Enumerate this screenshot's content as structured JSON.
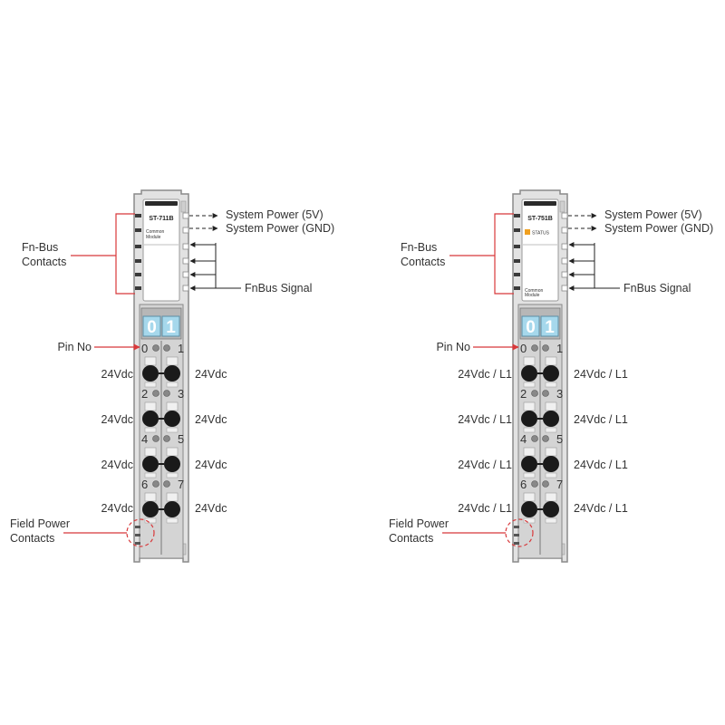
{
  "colors": {
    "accent_red": "#d8383a",
    "module_body": "#e2e2e2",
    "module_outline": "#8a8a8a",
    "terminal_blue": "#a6d8ec",
    "status_orange": "#f0a020",
    "contact_dark": "#1a1a1a"
  },
  "modules": [
    {
      "id": "left",
      "model": "ST-711B",
      "line1": "Common",
      "line2": "Module",
      "status_text": "",
      "system_power_5v": "System Power (5V)",
      "system_power_gnd": "System Power (GND)",
      "fnbus_contacts_line1": "Fn-Bus",
      "fnbus_contacts_line2": "Contacts",
      "fnbus_signal": "FnBus Signal",
      "pin_no": "Pin No",
      "terminal_digits": [
        "0",
        "1"
      ],
      "pins": [
        "0",
        "1",
        "2",
        "3",
        "4",
        "5",
        "6",
        "7"
      ],
      "voltages_left": [
        "24Vdc",
        "24Vdc",
        "24Vdc",
        "24Vdc"
      ],
      "voltages_right": [
        "24Vdc",
        "24Vdc",
        "24Vdc",
        "24Vdc"
      ],
      "field_power_line1": "Field Power",
      "field_power_line2": "Contacts"
    },
    {
      "id": "right",
      "model": "ST-751B",
      "line1": "",
      "line2": "",
      "status_text": "STATUS",
      "bottom_line1": "Common",
      "bottom_line2": "Module",
      "system_power_5v": "System Power (5V)",
      "system_power_gnd": "System Power (GND)",
      "fnbus_contacts_line1": "Fn-Bus",
      "fnbus_contacts_line2": "Contacts",
      "fnbus_signal": "FnBus Signal",
      "pin_no": "Pin No",
      "terminal_digits": [
        "0",
        "1"
      ],
      "pins": [
        "0",
        "1",
        "2",
        "3",
        "4",
        "5",
        "6",
        "7"
      ],
      "voltages_left": [
        "24Vdc / L1",
        "24Vdc / L1",
        "24Vdc / L1",
        "24Vdc / L1"
      ],
      "voltages_right": [
        "24Vdc / L1",
        "24Vdc / L1",
        "24Vdc / L1",
        "24Vdc / L1"
      ],
      "field_power_line1": "Field Power",
      "field_power_line2": "Contacts"
    }
  ]
}
